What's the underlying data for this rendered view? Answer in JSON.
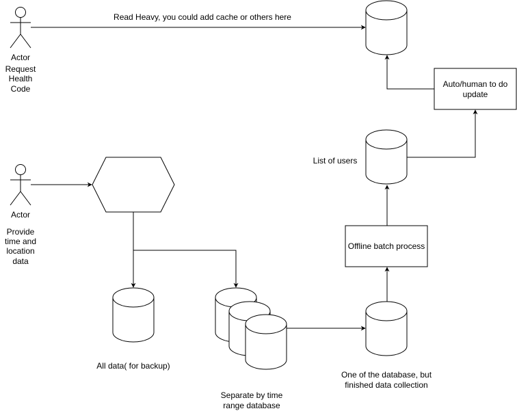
{
  "diagram": {
    "actor1": {
      "name": "Actor",
      "desc_lines": [
        "Request",
        "Health",
        "Code"
      ]
    },
    "actor2": {
      "name": "Actor",
      "desc_lines": [
        "Provide",
        "time and",
        "location",
        "data"
      ]
    },
    "edge_read_heavy": "Read Heavy, you could add cache or others here",
    "update_box_lines": [
      "Auto/human to do",
      "update"
    ],
    "list_of_users": "List of users",
    "batch_box": "Offline batch process",
    "all_data": "All data( for backup)",
    "separate_lines": [
      "Separate by time",
      "range database"
    ],
    "finished_lines": [
      "One of  the database, but",
      "finished data collection"
    ]
  }
}
